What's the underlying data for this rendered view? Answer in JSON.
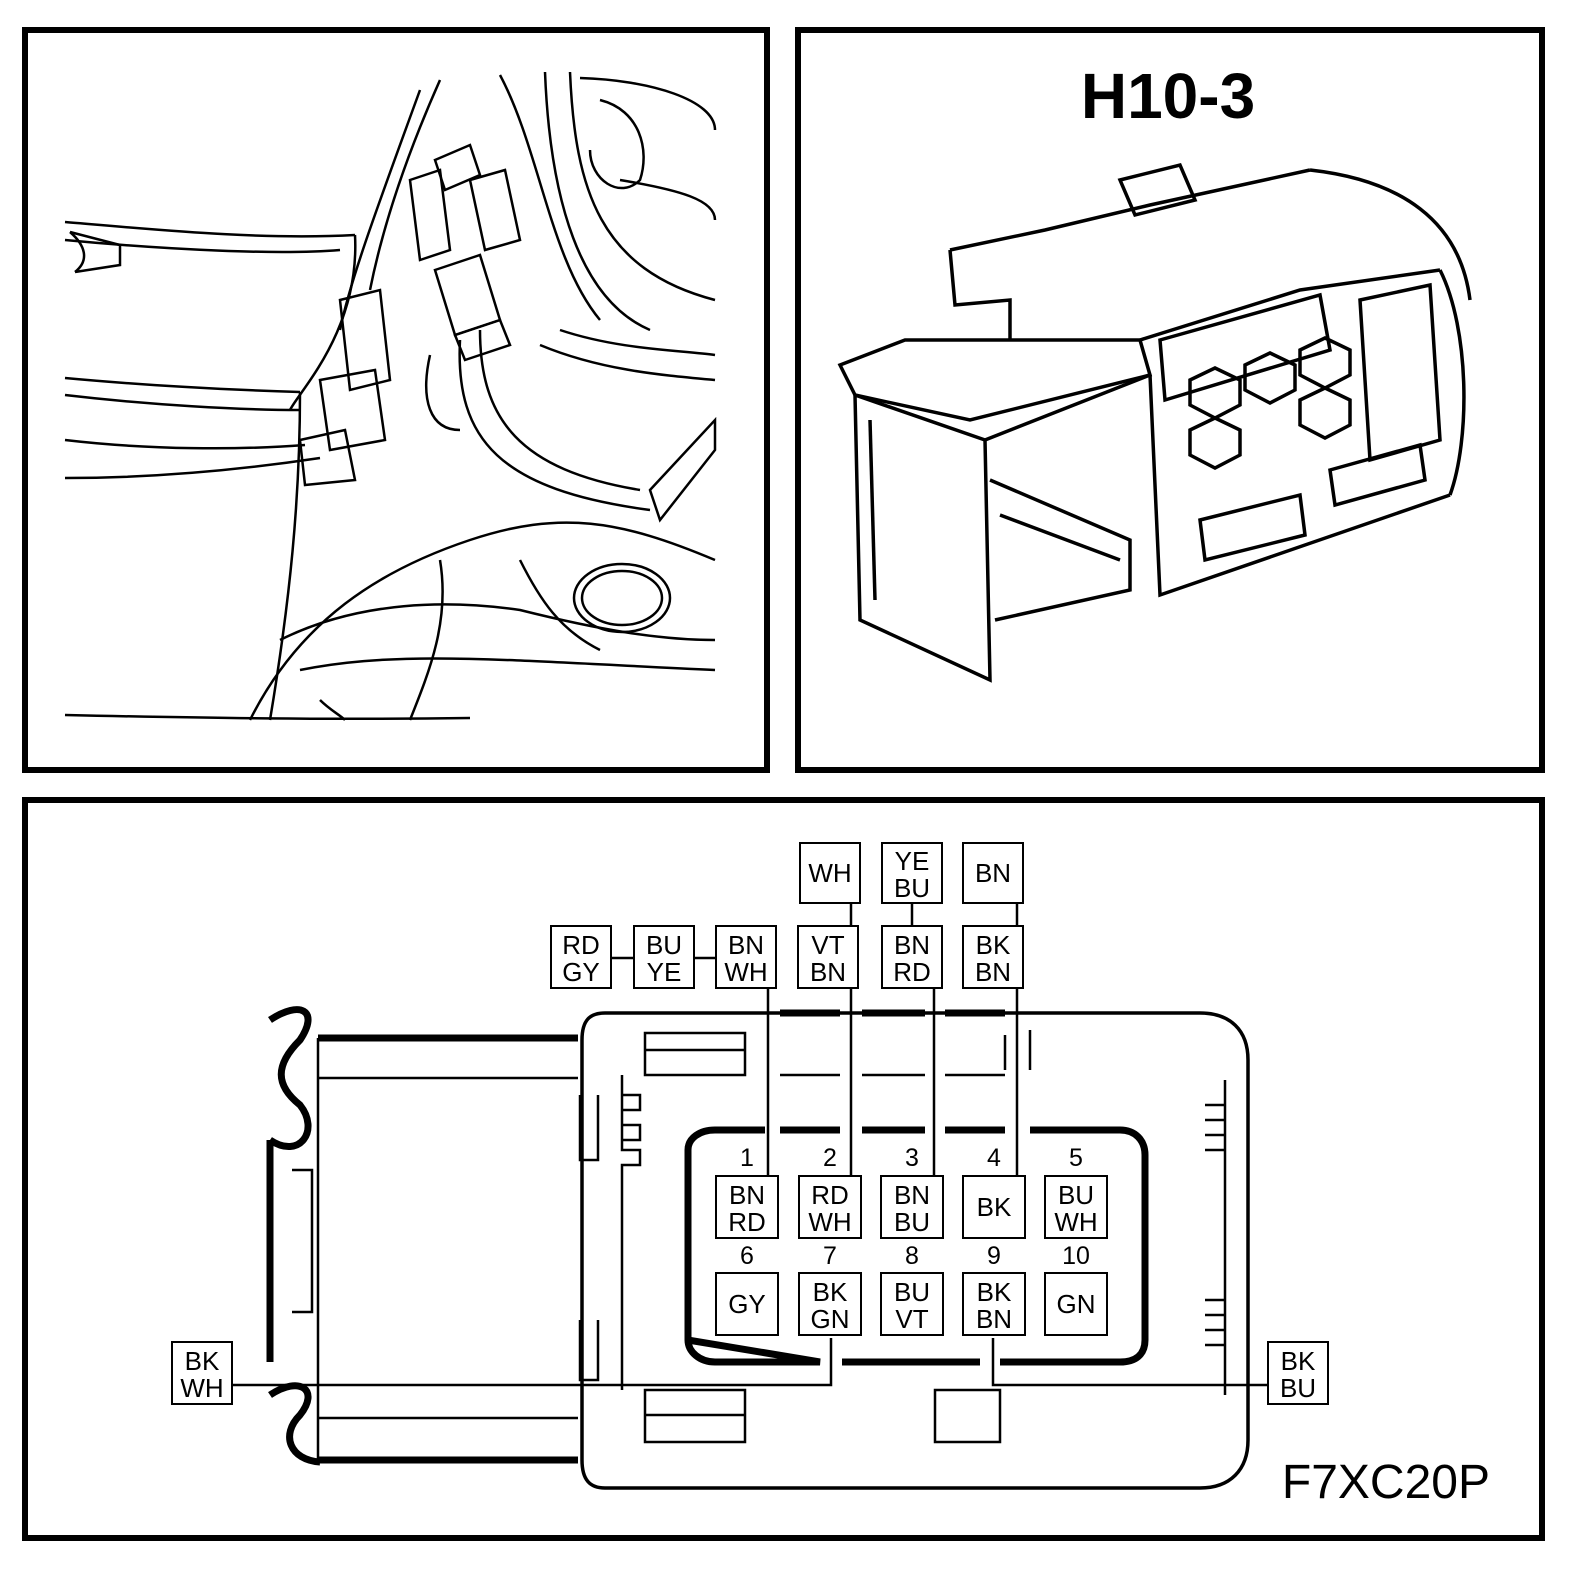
{
  "connector_title": "H10-3",
  "figure_code": "F7XC20P",
  "pins": [
    {
      "num": "1",
      "wire": [
        "BN",
        "RD"
      ]
    },
    {
      "num": "2",
      "wire": [
        "RD",
        "WH"
      ]
    },
    {
      "num": "3",
      "wire": [
        "BN",
        "BU"
      ]
    },
    {
      "num": "4",
      "wire": [
        "BK"
      ]
    },
    {
      "num": "5",
      "wire": [
        "BU",
        "WH"
      ]
    },
    {
      "num": "6",
      "wire": [
        "GY"
      ]
    },
    {
      "num": "7",
      "wire": [
        "BK",
        "GN"
      ]
    },
    {
      "num": "8",
      "wire": [
        "BU",
        "VT"
      ]
    },
    {
      "num": "9",
      "wire": [
        "BK",
        "BN"
      ]
    },
    {
      "num": "10",
      "wire": [
        "GN"
      ]
    }
  ],
  "upper_wires": {
    "top_row": [
      [
        "WH"
      ],
      [
        "YE",
        "BU"
      ],
      [
        "BN"
      ]
    ],
    "second_row": [
      [
        "RD",
        "GY"
      ],
      [
        "BU",
        "YE"
      ],
      [
        "BN",
        "WH"
      ],
      [
        "VT",
        "BN"
      ],
      [
        "BN",
        "RD"
      ],
      [
        "BK",
        "BN"
      ]
    ]
  },
  "side_wires": {
    "left": [
      "BK",
      "WH"
    ],
    "right": [
      "BK",
      "BU"
    ]
  }
}
